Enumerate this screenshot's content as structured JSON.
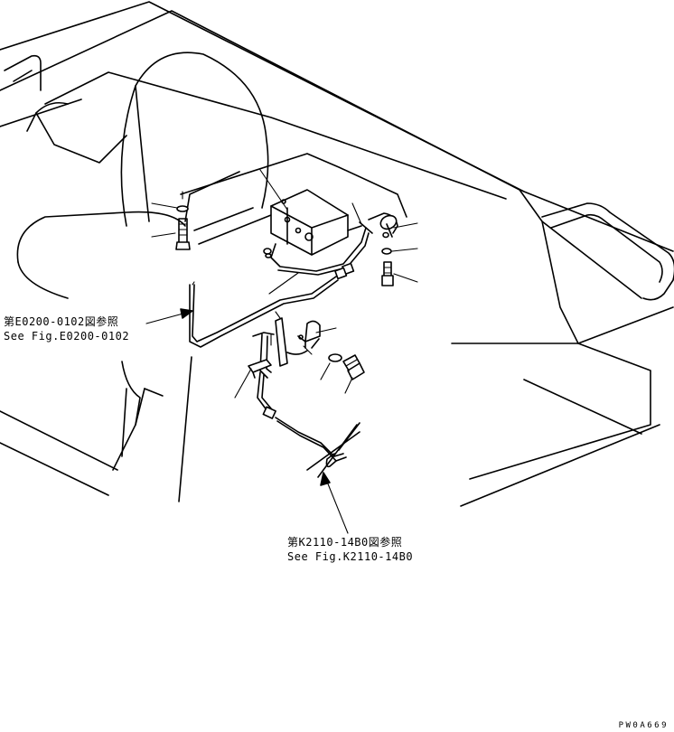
{
  "references": [
    {
      "jp": "第E0200-0102図参照",
      "en": "See Fig.E0200-0102"
    },
    {
      "jp": "第K2110-14B0図参照",
      "en": "See Fig.K2110-14B0"
    }
  ],
  "drawing_code": "PW0A669"
}
